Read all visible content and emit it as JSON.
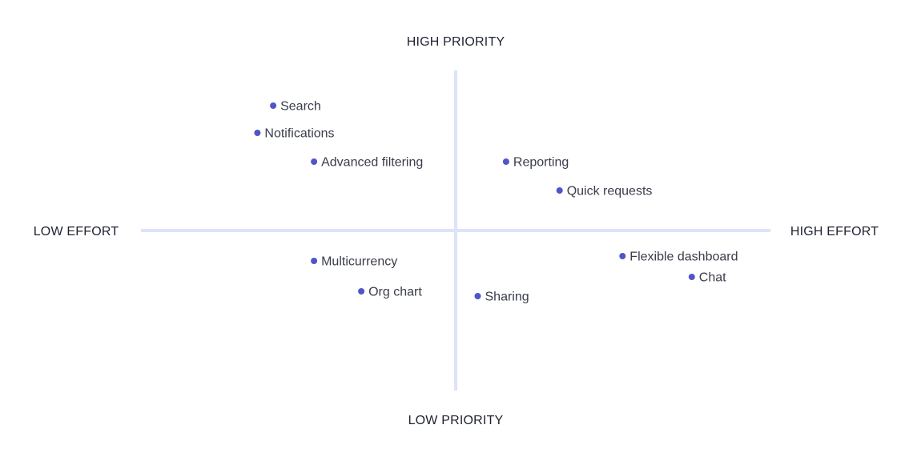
{
  "chart_data": {
    "type": "scatter",
    "title": "",
    "x_axis": {
      "low_label": "LOW EFFORT",
      "high_label": "HIGH EFFORT",
      "range": [
        -1,
        1
      ]
    },
    "y_axis": {
      "low_label": "LOW PRIORITY",
      "high_label": "HIGH PRIORITY",
      "range": [
        -1,
        1
      ]
    },
    "grid": false,
    "points": [
      {
        "label": "Search",
        "x": -0.58,
        "y": 0.78
      },
      {
        "label": "Notifications",
        "x": -0.63,
        "y": 0.61
      },
      {
        "label": "Advanced filtering",
        "x": -0.45,
        "y": 0.43
      },
      {
        "label": "Reporting",
        "x": 0.16,
        "y": 0.43
      },
      {
        "label": "Quick requests",
        "x": 0.33,
        "y": 0.25
      },
      {
        "label": "Multicurrency",
        "x": -0.45,
        "y": -0.19
      },
      {
        "label": "Org chart",
        "x": -0.3,
        "y": -0.38
      },
      {
        "label": "Sharing",
        "x": 0.07,
        "y": -0.41
      },
      {
        "label": "Flexible dashboard",
        "x": 0.53,
        "y": -0.16
      },
      {
        "label": "Chat",
        "x": 0.75,
        "y": -0.29
      }
    ]
  },
  "colors": {
    "axis": "#dde3f8",
    "point": "#5055c8",
    "label": "#3a3d4a",
    "edge_label": "#1f2230"
  }
}
